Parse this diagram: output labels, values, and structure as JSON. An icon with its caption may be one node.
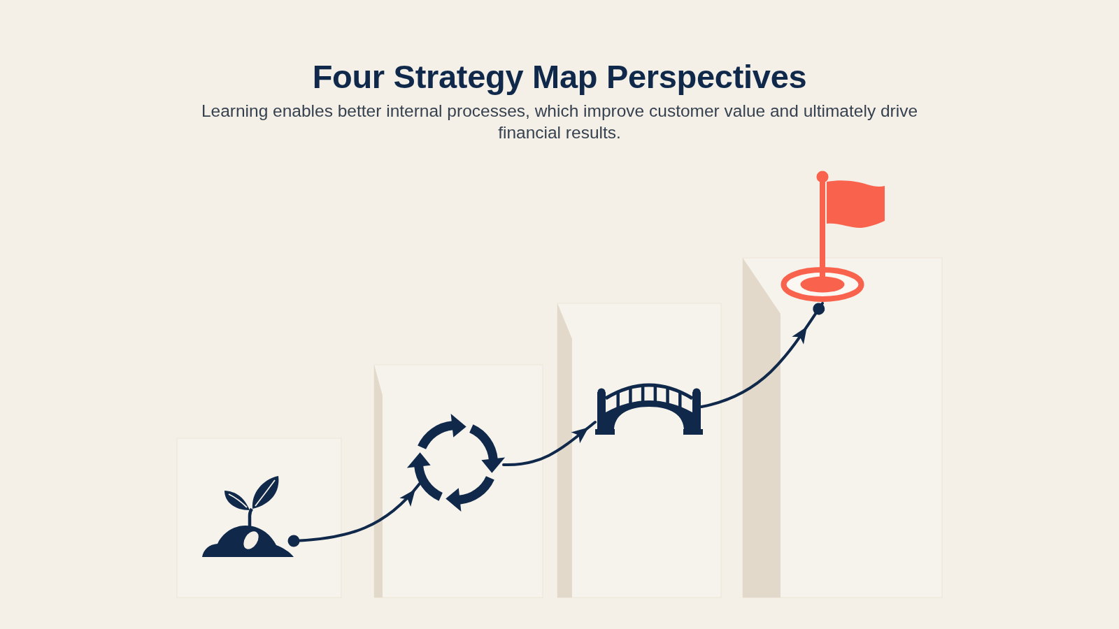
{
  "diagram": {
    "title": "Four Strategy Map Perspectives",
    "nodes": [
      {
        "text": [],
        "shape": "picture"
      },
      {
        "text": [],
        "shape": "picture"
      },
      {
        "text": [],
        "shape": "picture"
      },
      {
        "text": [],
        "shape": "picture"
      }
    ],
    "edges": [
      {
        "from": 0,
        "to": 1,
        "arrow": "to"
      },
      {
        "from": 1,
        "to": 2,
        "arrow": "to"
      },
      {
        "from": 2,
        "to": 3,
        "arrow": "to"
      }
    ],
    "labels": [
      "Learning enables better internal processes, which improve customer value and ultimately drive financial results."
    ]
  }
}
